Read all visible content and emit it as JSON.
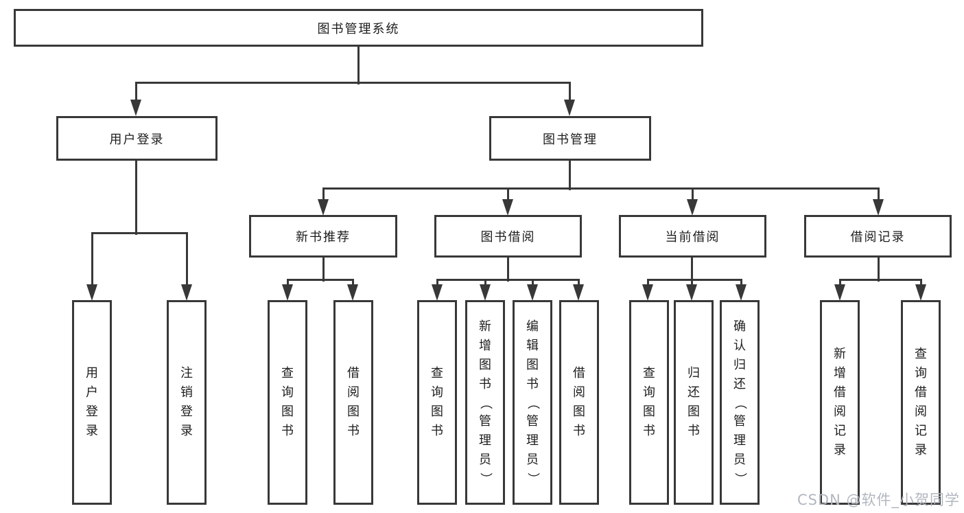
{
  "nodes": {
    "root": "图书管理系统",
    "user_login": "用户登录",
    "book_management": "图书管理",
    "new_book_recommend": "新书推荐",
    "book_borrowing": "图书借阅",
    "current_borrowing": "当前借阅",
    "borrowing_records": "借阅记录"
  },
  "leaves": {
    "login_user_login": "用户登录",
    "login_logout": "注销登录",
    "rec_query_books": "查询图书",
    "rec_borrow_books": "借阅图书",
    "bor_query_books": "查询图书",
    "bor_add_books": "新增图书（管理员）",
    "bor_edit_books": "编辑图书（管理员）",
    "bor_borrow_books": "借阅图书",
    "cur_query_books": "查询图书",
    "cur_return_books": "归还图书",
    "cur_confirm_return": "确认归还（管理员）",
    "his_add_record": "新增借阅记录",
    "his_query_record": "查询借阅记录"
  },
  "watermark": {
    "text": "CSDN @软件_小贺同学"
  },
  "colors": {
    "line": "#383838",
    "text": "#1d1d1d",
    "watermark": "#b2b7bf",
    "background": "#ffffff"
  }
}
